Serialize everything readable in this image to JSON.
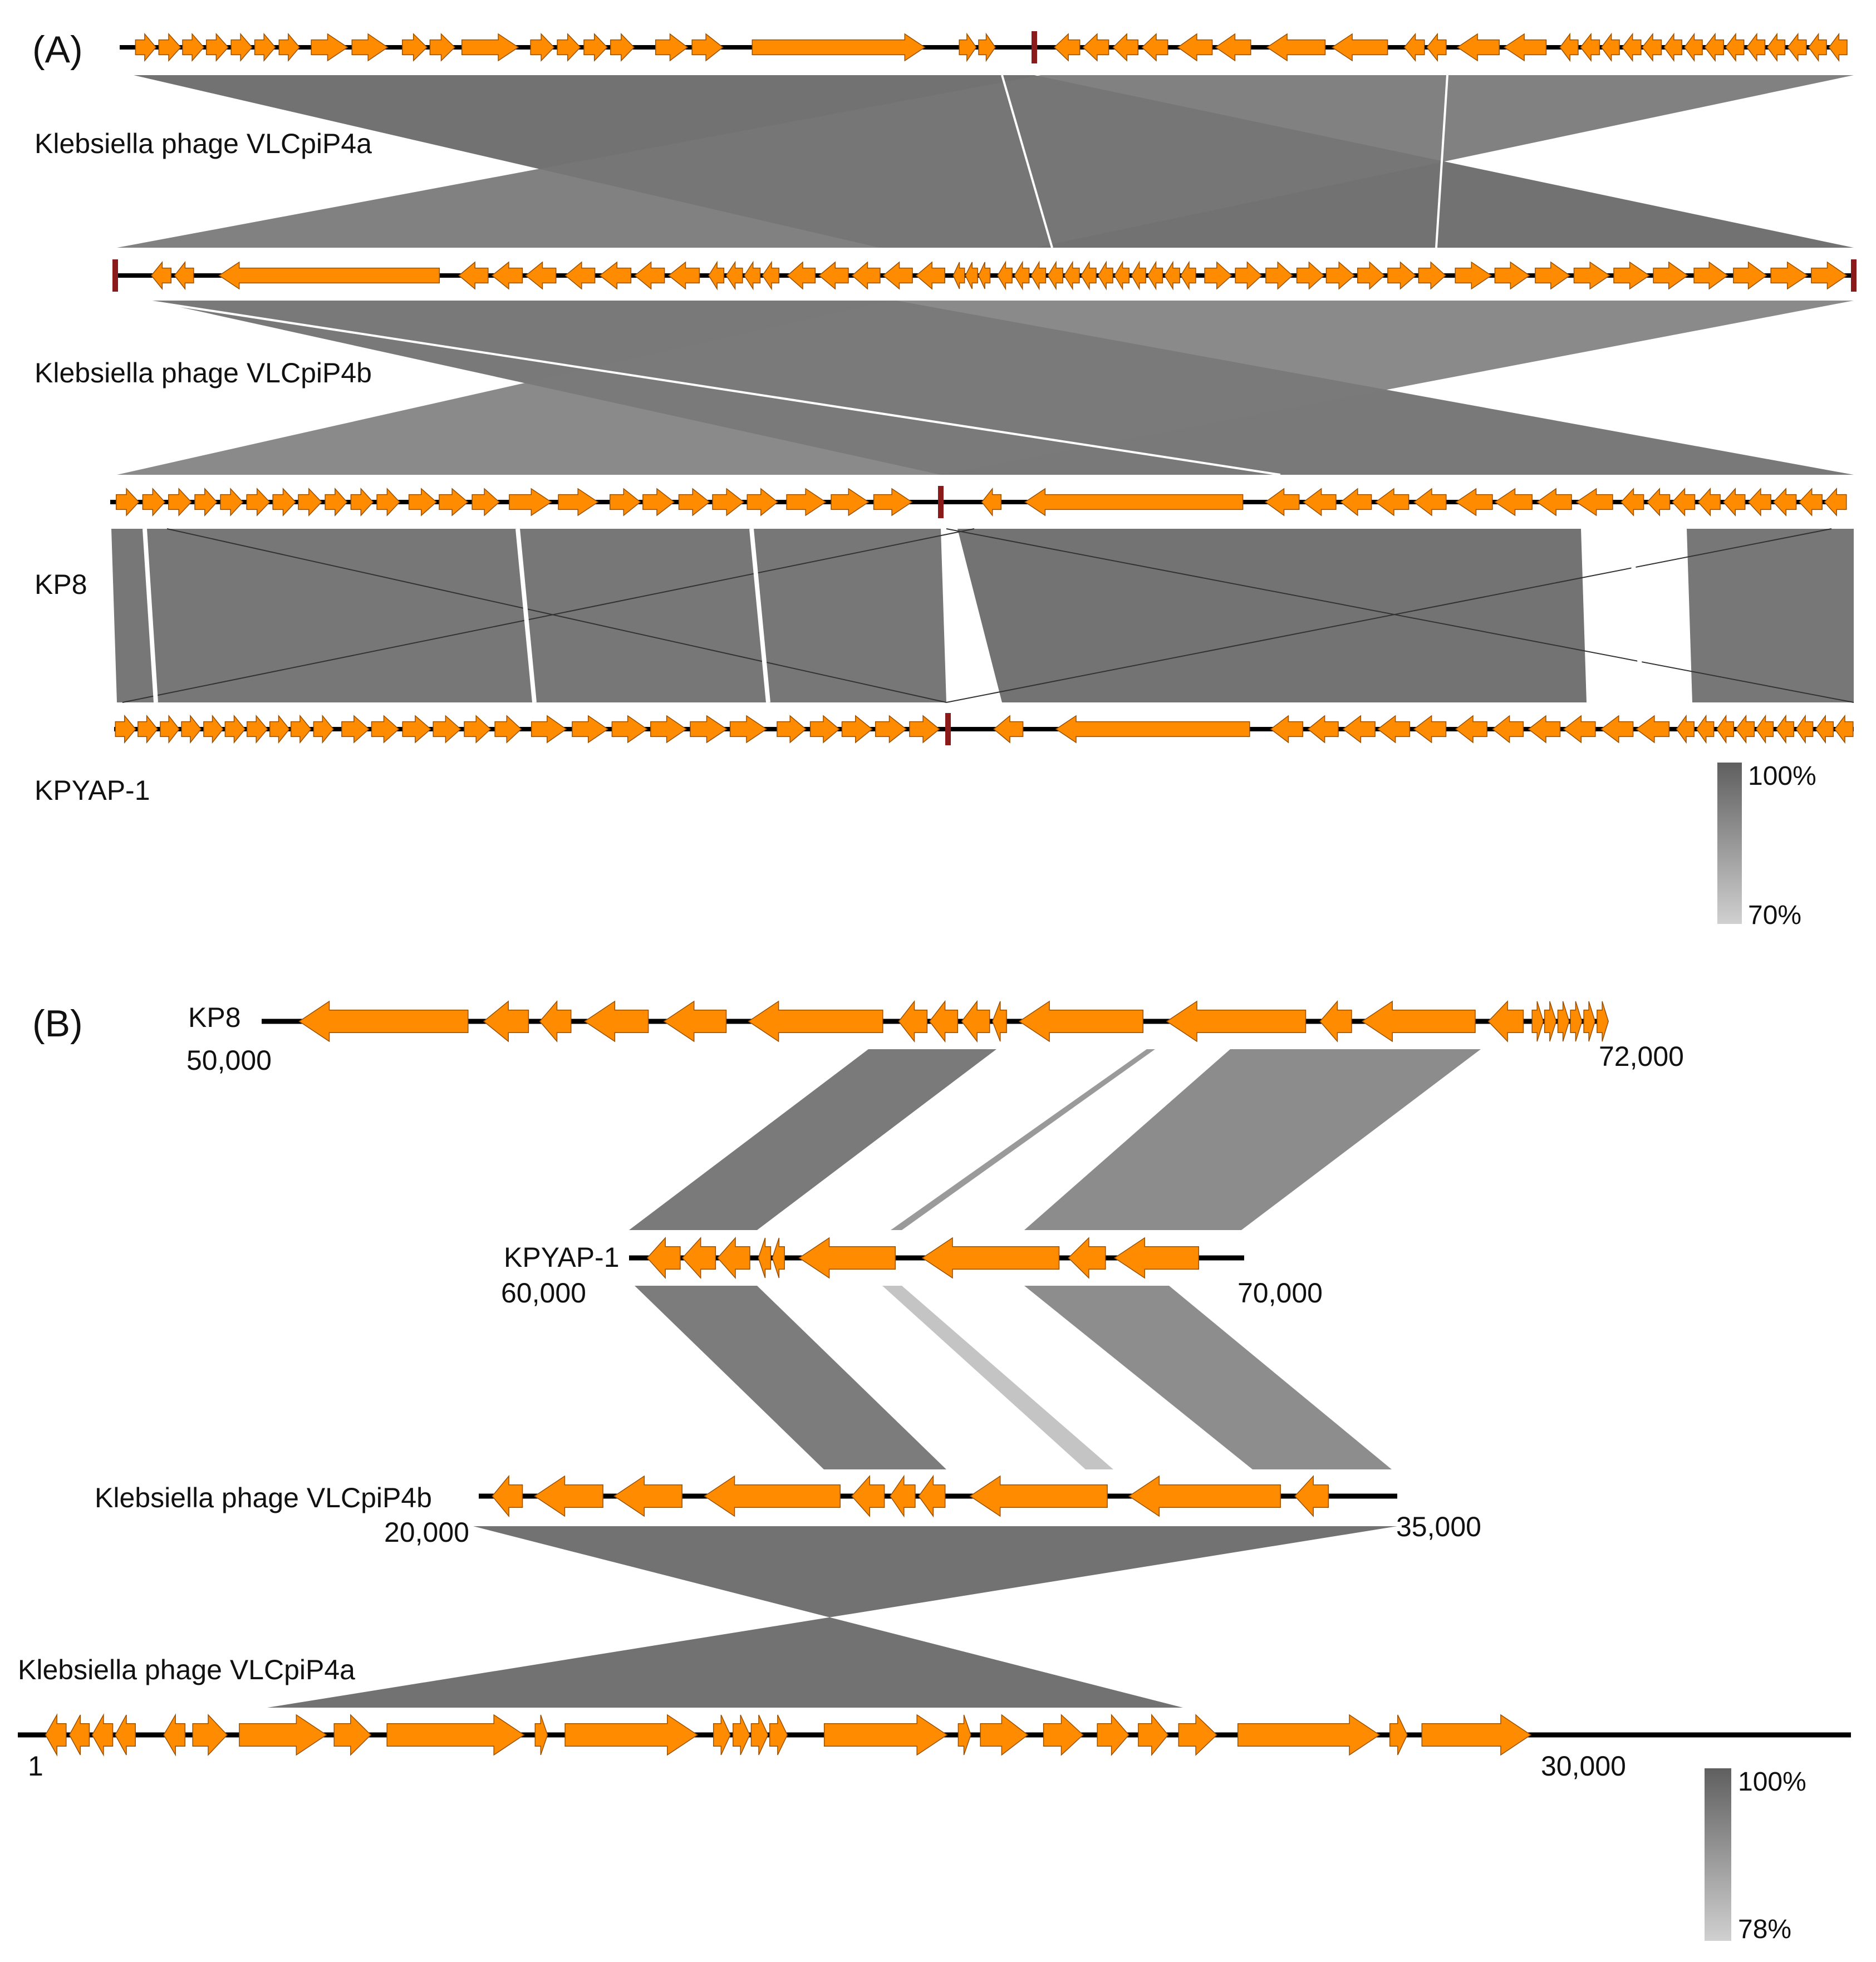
{
  "colors": {
    "gene": "#FF8C00",
    "gene_stroke": "#9a4f00",
    "backbone": "#000000",
    "marker": "#8B1A1A",
    "shade_high": "#5f5f5f",
    "shade_low": "#cccccc"
  },
  "panel_a": {
    "label": "(A)",
    "genomes": [
      {
        "name": "Klebsiella phage VLCpiP4a"
      },
      {
        "name": "Klebsiella phage VLCpiP4b"
      },
      {
        "name": "KP8"
      },
      {
        "name": "KPYAP-1"
      }
    ],
    "scale": {
      "max_label": "100%",
      "min_label": "70%",
      "max": 100,
      "min": 70
    }
  },
  "panel_b": {
    "label": "(B)",
    "tracks": [
      {
        "name": "KP8",
        "start": "50,000",
        "end": "72,000"
      },
      {
        "name": "KPYAP-1",
        "start": "60,000",
        "end": "70,000"
      },
      {
        "name": "Klebsiella phage VLCpiP4b",
        "start": "20,000",
        "end": "35,000"
      },
      {
        "name": "Klebsiella phage VLCpiP4a",
        "start": "1",
        "end": "30,000"
      }
    ],
    "scale": {
      "max_label": "100%",
      "min_label": "78%",
      "max": 100,
      "min": 78
    }
  }
}
